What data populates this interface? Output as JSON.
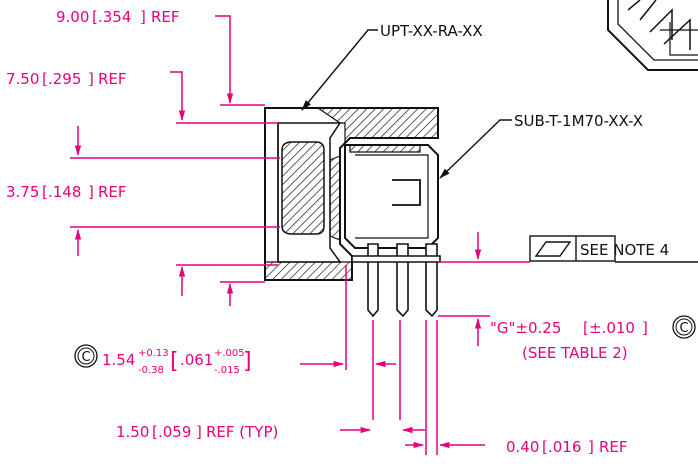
{
  "dimensions": {
    "d9_metric": "9.00",
    "d9_imperial": ".354",
    "d9_ref": "REF",
    "d750_metric": "7.50",
    "d750_imperial": ".295",
    "d750_ref": "REF",
    "d375_metric": "3.75",
    "d375_imperial": ".148",
    "d375_ref": "REF",
    "d154_metric": "1.54",
    "d154_metric_tol_plus": "+0.13",
    "d154_metric_tol_minus": "-0.38",
    "d154_imperial": ".061",
    "d154_imperial_tol_plus": "+.005",
    "d154_imperial_tol_minus": "-.015",
    "d150_metric": "1.50",
    "d150_imperial": ".059",
    "d150_suffix": "REF (TYP)",
    "d040_metric": "0.40",
    "d040_imperial": ".016",
    "d040_ref": "REF",
    "g_dim": "\"G\"±0.25",
    "g_imperial": "±.010",
    "g_note": "(SEE TABLE 2)"
  },
  "callouts": {
    "part_upt": "UPT-XX-RA-XX",
    "part_sub": "SUB-T-1M70-XX-X",
    "flatness_note": "SEE NOTE 4",
    "critical_symbol": "C"
  },
  "colors": {
    "dimension": "#e6007e",
    "outline": "#111111"
  }
}
